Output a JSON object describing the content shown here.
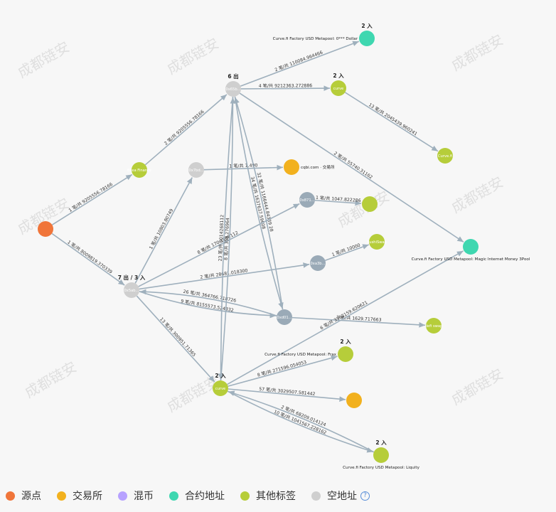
{
  "watermark": "成都链安",
  "nodes": [
    {
      "id": "src",
      "label": "",
      "type": "source",
      "badge": ""
    },
    {
      "id": "boxa",
      "label": "Boxa Finance",
      "type": "other",
      "badge": ""
    },
    {
      "id": "hub6",
      "label": "0x65b...",
      "type": "empty",
      "badge": "6 出"
    },
    {
      "id": "c1",
      "label": "Curve.fi Factory USD Metapool: 0*** Dollar",
      "type": "contract",
      "badge": "2 入"
    },
    {
      "id": "curve1",
      "label": "curve",
      "type": "other",
      "badge": "2 入"
    },
    {
      "id": "curvefi",
      "label": "Curve.fi",
      "type": "other",
      "badge": ""
    },
    {
      "id": "ox7b",
      "label": "0x7bd...",
      "type": "empty",
      "badge": ""
    },
    {
      "id": "exch",
      "label": "cqbi.com · 交易所",
      "type": "exchange",
      "badge": ""
    },
    {
      "id": "o871",
      "label": "0x871...",
      "type": "grey",
      "badge": ""
    },
    {
      "id": "g1",
      "label": "",
      "type": "other",
      "badge": ""
    },
    {
      "id": "magic",
      "label": "Curve.fi Factory USD Metapool: Magic Internet Money 3Pool",
      "type": "contract",
      "badge": ""
    },
    {
      "id": "sushi",
      "label": "SushiSwap",
      "type": "other",
      "badge": ""
    },
    {
      "id": "o3a",
      "label": "0xa3b...",
      "type": "grey",
      "badge": ""
    },
    {
      "id": "hub7",
      "label": "0x5ab...",
      "type": "empty",
      "badge": "7 出 / 3 入"
    },
    {
      "id": "o6d0",
      "label": "0xd01...",
      "type": "grey",
      "badge": ""
    },
    {
      "id": "defi",
      "label": "defi swap",
      "type": "other",
      "badge": ""
    },
    {
      "id": "frax",
      "label": "Curve.fi Factory USD Metapool: Frax",
      "type": "other",
      "badge": "2 入"
    },
    {
      "id": "curve2",
      "label": "curve",
      "type": "other",
      "badge": "2 入"
    },
    {
      "id": "ex2",
      "label": "",
      "type": "exchange",
      "badge": ""
    },
    {
      "id": "liq",
      "label": "Curve.fi Factory USD Metapool: Liquity",
      "type": "other",
      "badge": "2 入"
    }
  ],
  "edges": [
    {
      "from": "src",
      "to": "boxa",
      "label": "1 笔/共 9205556.78166"
    },
    {
      "from": "src",
      "to": "hub7",
      "label": "1 笔/共 8009819.370339"
    },
    {
      "from": "boxa",
      "to": "hub6",
      "label": "2 笔/共 9205556.78166"
    },
    {
      "from": "hub6",
      "to": "c1",
      "label": "2 笔/共 110084.964466"
    },
    {
      "from": "hub6",
      "to": "curve1",
      "label": "4 笔/共 9212363.272886"
    },
    {
      "from": "curve1",
      "to": "curvefi",
      "label": "13 笔/共 2045439.960241"
    },
    {
      "from": "hub6",
      "to": "magic",
      "label": "2 笔/共 55740.31162"
    },
    {
      "from": "ox7b",
      "to": "exch",
      "label": "1 笔/共 1.490"
    },
    {
      "from": "hub6",
      "to": "o6d0",
      "label": "34 笔/共 1637637.59608"
    },
    {
      "from": "o6d0",
      "to": "hub6",
      "label": "32 笔/共 1166444.84339 28"
    },
    {
      "from": "hub7",
      "to": "ox7b",
      "label": "1 笔/共 10803.80749"
    },
    {
      "from": "hub7",
      "to": "o871",
      "label": "8 笔/共 170.1068112"
    },
    {
      "from": "o871",
      "to": "g1",
      "label": "1 笔/共 1047.822286"
    },
    {
      "from": "hub7",
      "to": "o3a",
      "label": "2 笔/共 28681.018300"
    },
    {
      "from": "o3a",
      "to": "sushi",
      "label": "1 笔/共 10000"
    },
    {
      "from": "o6d0",
      "to": "hub7",
      "label": "26 笔/共 364766.718726"
    },
    {
      "from": "hub7",
      "to": "o6d0",
      "label": "9 笔/共 8155573.524832"
    },
    {
      "from": "o6d0",
      "to": "defi",
      "label": "3 笔/共 1629.717663"
    },
    {
      "from": "hub7",
      "to": "curve2",
      "label": "13 笔/共 300951.71365"
    },
    {
      "from": "curve2",
      "to": "hub6",
      "label": "8 笔/共 358.276964"
    },
    {
      "from": "hub6",
      "to": "curve2",
      "label": "23 笔/共 8014268112"
    },
    {
      "from": "curve2",
      "to": "magic",
      "label": "6 笔/共 3362159.620621"
    },
    {
      "from": "curve2",
      "to": "frax",
      "label": "8 笔/共 271596.054053"
    },
    {
      "from": "curve2",
      "to": "ex2",
      "label": "57 笔/共 3029507.581442"
    },
    {
      "from": "curve2",
      "to": "liq",
      "label": "10 笔/共 1041567.228162"
    },
    {
      "from": "liq",
      "to": "curve2",
      "label": "2 笔/共 68209.014124"
    }
  ],
  "legend": [
    {
      "label": "源点",
      "color": "#f0753a"
    },
    {
      "label": "交易所",
      "color": "#f2b11e"
    },
    {
      "label": "混币",
      "color": "#b7a2ff"
    },
    {
      "label": "合约地址",
      "color": "#3fd7b0"
    },
    {
      "label": "其他标签",
      "color": "#b6cd3a"
    },
    {
      "label": "空地址",
      "color": "#cfcfcf"
    }
  ],
  "colors": {
    "source": "#f0753a",
    "exchange": "#f2b11e",
    "mixer": "#b7a2ff",
    "contract": "#3fd7b0",
    "other": "#b6cd3a",
    "empty": "#cfcfcf",
    "grey": "#9aaab7",
    "edge": "#9fb0bd"
  }
}
